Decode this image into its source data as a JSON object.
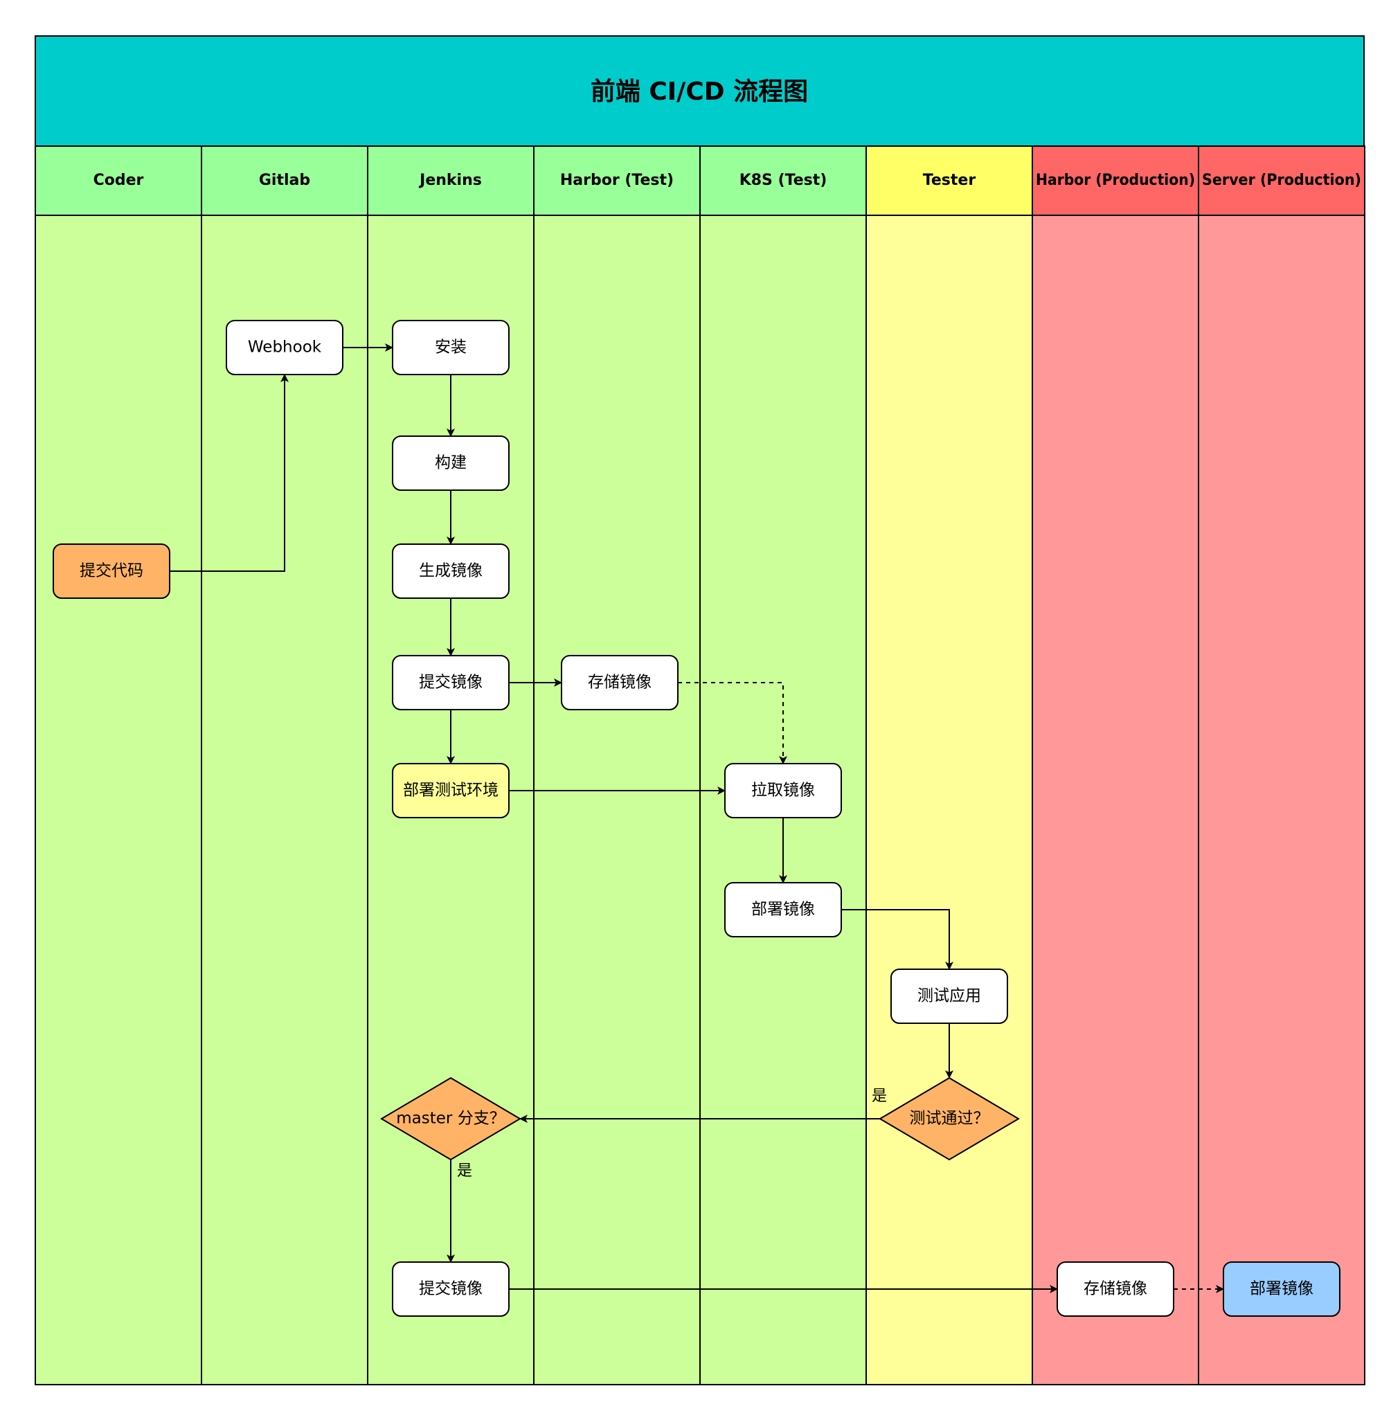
{
  "title": "前端 CI/CD 流程图",
  "colors": {
    "title_bg": "#00CCCC",
    "green_header": "#99FF99",
    "green_body": "#CCFF99",
    "yellow_header": "#FFFF66",
    "yellow_body": "#FFFF99",
    "red_header": "#FF6666",
    "red_body": "#FF9999",
    "node_white": "#FFFFFF",
    "node_orange": "#FFB366",
    "node_yellow": "#FFFF99",
    "node_blue": "#99CCFF"
  },
  "lanes": [
    {
      "id": "coder",
      "label": "Coder",
      "color": "green"
    },
    {
      "id": "gitlab",
      "label": "Gitlab",
      "color": "green"
    },
    {
      "id": "jenkins",
      "label": "Jenkins",
      "color": "green"
    },
    {
      "id": "harbor-test",
      "label": "Harbor (Test)",
      "color": "green"
    },
    {
      "id": "k8s-test",
      "label": "K8S (Test)",
      "color": "green"
    },
    {
      "id": "tester",
      "label": "Tester",
      "color": "yellow"
    },
    {
      "id": "harbor-prod",
      "label": "Harbor (Production)",
      "color": "red"
    },
    {
      "id": "server-prod",
      "label": "Server (Production)",
      "color": "red"
    }
  ],
  "nodes": [
    {
      "id": "commit-code",
      "label": "提交代码",
      "lane": "coder",
      "fill": "orange",
      "shape": "rect"
    },
    {
      "id": "webhook",
      "label": "Webhook",
      "lane": "gitlab",
      "fill": "white",
      "shape": "rect"
    },
    {
      "id": "install",
      "label": "安装",
      "lane": "jenkins",
      "fill": "white",
      "shape": "rect"
    },
    {
      "id": "build",
      "label": "构建",
      "lane": "jenkins",
      "fill": "white",
      "shape": "rect"
    },
    {
      "id": "gen-image",
      "label": "生成镜像",
      "lane": "jenkins",
      "fill": "white",
      "shape": "rect"
    },
    {
      "id": "push-image",
      "label": "提交镜像",
      "lane": "jenkins",
      "fill": "white",
      "shape": "rect"
    },
    {
      "id": "deploy-test-env",
      "label": "部署测试环境",
      "lane": "jenkins",
      "fill": "yellow",
      "shape": "rect"
    },
    {
      "id": "store-image-test",
      "label": "存储镜像",
      "lane": "harbor-test",
      "fill": "white",
      "shape": "rect"
    },
    {
      "id": "pull-image",
      "label": "拉取镜像",
      "lane": "k8s-test",
      "fill": "white",
      "shape": "rect"
    },
    {
      "id": "deploy-image-test",
      "label": "部署镜像",
      "lane": "k8s-test",
      "fill": "white",
      "shape": "rect"
    },
    {
      "id": "test-app",
      "label": "测试应用",
      "lane": "tester",
      "fill": "white",
      "shape": "rect"
    },
    {
      "id": "test-passed",
      "label": "测试通过？",
      "lane": "tester",
      "fill": "orange",
      "shape": "diamond"
    },
    {
      "id": "master-branch",
      "label": "master 分支？",
      "lane": "jenkins",
      "fill": "orange",
      "shape": "diamond"
    },
    {
      "id": "push-image-prod",
      "label": "提交镜像",
      "lane": "jenkins",
      "fill": "white",
      "shape": "rect"
    },
    {
      "id": "store-image-prod",
      "label": "存储镜像",
      "lane": "harbor-prod",
      "fill": "white",
      "shape": "rect"
    },
    {
      "id": "deploy-image-prod",
      "label": "部署镜像",
      "lane": "server-prod",
      "fill": "blue",
      "shape": "rect"
    }
  ],
  "edges": [
    {
      "from": "commit-code",
      "to": "webhook",
      "style": "solid",
      "label": ""
    },
    {
      "from": "webhook",
      "to": "install",
      "style": "solid",
      "label": ""
    },
    {
      "from": "install",
      "to": "build",
      "style": "solid",
      "label": ""
    },
    {
      "from": "build",
      "to": "gen-image",
      "style": "solid",
      "label": ""
    },
    {
      "from": "gen-image",
      "to": "push-image",
      "style": "solid",
      "label": ""
    },
    {
      "from": "push-image",
      "to": "store-image-test",
      "style": "solid",
      "label": ""
    },
    {
      "from": "store-image-test",
      "to": "pull-image",
      "style": "dashed",
      "label": ""
    },
    {
      "from": "push-image",
      "to": "deploy-test-env",
      "style": "solid",
      "label": ""
    },
    {
      "from": "deploy-test-env",
      "to": "pull-image",
      "style": "solid",
      "label": ""
    },
    {
      "from": "pull-image",
      "to": "deploy-image-test",
      "style": "solid",
      "label": ""
    },
    {
      "from": "deploy-image-test",
      "to": "test-app",
      "style": "solid",
      "label": ""
    },
    {
      "from": "test-app",
      "to": "test-passed",
      "style": "solid",
      "label": ""
    },
    {
      "from": "test-passed",
      "to": "master-branch",
      "style": "solid",
      "label": "是"
    },
    {
      "from": "master-branch",
      "to": "push-image-prod",
      "style": "solid",
      "label": "是"
    },
    {
      "from": "push-image-prod",
      "to": "store-image-prod",
      "style": "solid",
      "label": ""
    },
    {
      "from": "store-image-prod",
      "to": "deploy-image-prod",
      "style": "dashed",
      "label": ""
    }
  ]
}
